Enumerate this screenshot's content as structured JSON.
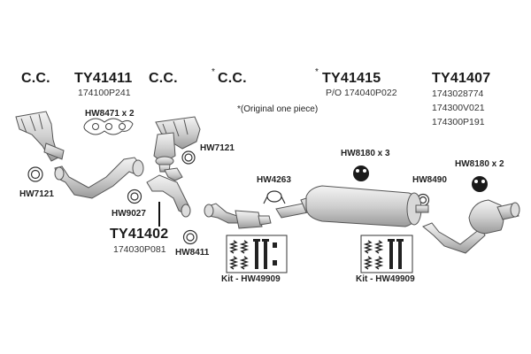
{
  "labels": {
    "cc_left": "C.C.",
    "cc_mid": "C.C.",
    "cc_right": "C.C.",
    "cc_right_asterisk": "*",
    "ty41411": "TY41411",
    "ty41411_part": "174100P241",
    "ty41415": "TY41415",
    "ty41415_asterisk": "*",
    "ty41415_part": "P/O 174040P022",
    "original_note": "*(Original one piece)",
    "ty41407": "TY41407",
    "ty41407_parts": [
      "1743028774",
      "174300V021",
      "174300P191"
    ],
    "hw8471": "HW8471 x 2",
    "hw7121_right": "HW7121",
    "hw7121_left": "HW7121",
    "hw8180_mid": "HW8180 x 3",
    "hw8180_right": "HW8180 x 2",
    "hw4263": "HW4263",
    "hw8490": "HW8490",
    "hw9027": "HW9027",
    "ty41402": "TY41402",
    "ty41402_part": "174030P081",
    "hw8411": "HW8411",
    "kit_left": "Kit - HW49909",
    "kit_right": "Kit - HW49909"
  },
  "colors": {
    "line": "#555555",
    "fill": "#e6e6e6",
    "dark": "#222222"
  },
  "icons": [
    "exhaust-manifold-icon",
    "gasket-icon",
    "catalytic-converter-icon",
    "pipe-icon",
    "rubber-hanger-icon",
    "clamp-icon",
    "muffler-icon",
    "tailpipe-icon",
    "bolt-kit-icon"
  ]
}
